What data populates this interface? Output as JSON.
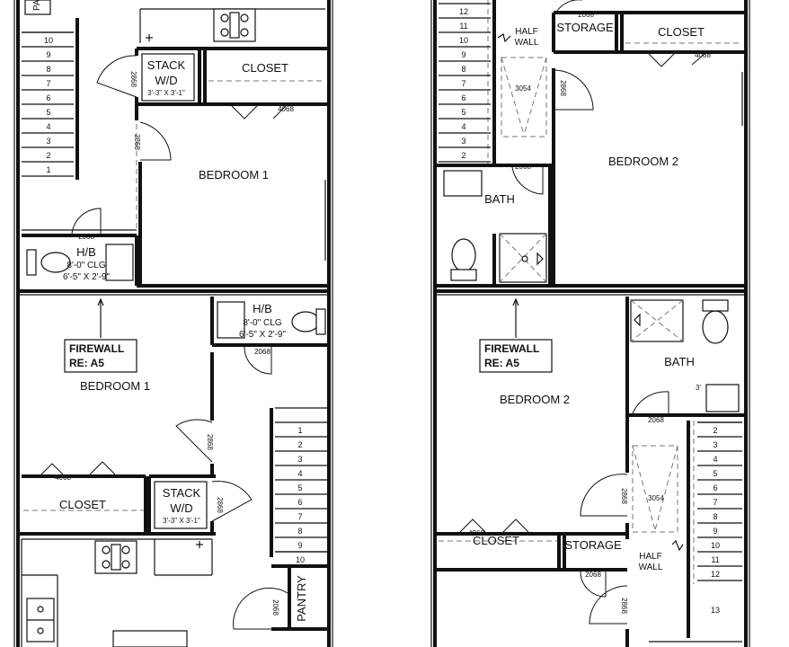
{
  "units": {
    "top_left": {
      "partial_label": "PA",
      "stair_steps": [
        "10",
        "9",
        "8",
        "7",
        "6",
        "5",
        "4",
        "3",
        "2",
        "1"
      ],
      "stack_wd": {
        "line1": "STACK",
        "line2": "W/D",
        "dims": "3'-3\" X 3'-1\""
      },
      "closet": "CLOSET",
      "bedroom": "BEDROOM 1",
      "hb": {
        "title": "H/B",
        "clg": "8'-0\" CLG",
        "dims": "6'-5\" X 2'-9\""
      },
      "door_codes": {
        "stack": "2868",
        "bed": "2868",
        "closet": "4068",
        "hb": "2068"
      }
    },
    "top_right": {
      "stair_steps": [
        "12",
        "11",
        "10",
        "9",
        "8",
        "7",
        "6",
        "5",
        "4",
        "3",
        "2"
      ],
      "half_wall": {
        "line1": "HALF",
        "line2": "WALL"
      },
      "storage": "STORAGE",
      "closet": "CLOSET",
      "window_code": "3054",
      "bedroom": "BEDROOM 2",
      "bath": "BATH",
      "door_codes": {
        "storage": "2068",
        "bed": "2868",
        "closet": "4068",
        "bath": "2068"
      }
    },
    "bottom_left": {
      "firewall": {
        "line1": "FIREWALL",
        "line2": "RE: A5"
      },
      "bedroom": "BEDROOM 1",
      "hb": {
        "title": "H/B",
        "clg": "8'-0\" CLG",
        "dims": "6'-5\" X 2'-9\""
      },
      "closet": "CLOSET",
      "stack_wd": {
        "line1": "STACK",
        "line2": "W/D",
        "dims": "3'-3\" X 3'-1\""
      },
      "stair_steps": [
        "1",
        "2",
        "3",
        "4",
        "5",
        "6",
        "7",
        "8",
        "9",
        "10"
      ],
      "pantry": "PANTRY",
      "door_codes": {
        "hb": "2068",
        "bed": "2868",
        "closet": "4068",
        "stack": "2868",
        "pantry": "2068"
      }
    },
    "bottom_right": {
      "firewall": {
        "line1": "FIREWALL",
        "line2": "RE: A5"
      },
      "bedroom": "BEDROOM 2",
      "bath": "BATH",
      "bath_mark": "3'",
      "stair_steps": [
        "2",
        "3",
        "4",
        "5",
        "6",
        "7",
        "8",
        "9",
        "10",
        "11",
        "12",
        "13"
      ],
      "window_code": "3054",
      "half_wall": {
        "line1": "HALF",
        "line2": "WALL"
      },
      "closet": "CLOSET",
      "storage": "STORAGE",
      "door_codes": {
        "bath": "2068",
        "bed": "2868",
        "closet": "4068",
        "storage": "2068",
        "stair": "2868"
      }
    }
  }
}
